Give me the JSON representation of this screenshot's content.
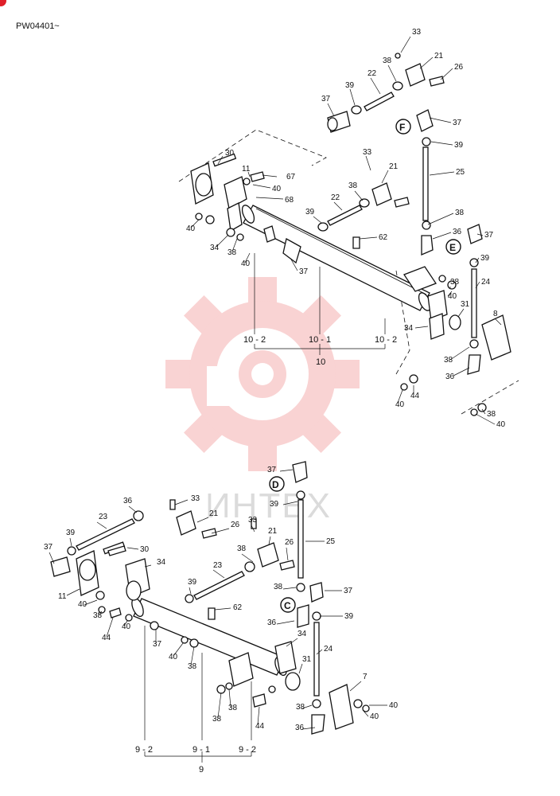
{
  "doc_code": "PW04401~",
  "watermark": {
    "text": "ИНТЕХ",
    "color": "#e83a3a"
  },
  "view_markers": [
    "F",
    "E",
    "D",
    "C"
  ],
  "upper": {
    "group": {
      "left": "10 - 2",
      "center": "10 - 1",
      "right": "10 - 2",
      "total": "10"
    },
    "labels": [
      "33",
      "21",
      "38",
      "26",
      "22",
      "39",
      "37",
      "37",
      "39",
      "F",
      "33",
      "25",
      "21",
      "30",
      "38",
      "11",
      "67",
      "40",
      "22",
      "68",
      "39",
      "38",
      "40",
      "62",
      "36",
      "37",
      "34",
      "38",
      "E",
      "39",
      "40",
      "37",
      "24",
      "38",
      "40",
      "31",
      "34",
      "8",
      "38",
      "36",
      "44",
      "40",
      "38",
      "40"
    ]
  },
  "lower": {
    "group": {
      "left": "9 - 2",
      "center": "9 - 1",
      "right": "9 - 2",
      "total": "9"
    },
    "labels": [
      "37",
      "D",
      "33",
      "39",
      "25",
      "36",
      "21",
      "23",
      "26",
      "33",
      "39",
      "30",
      "21",
      "37",
      "38",
      "26",
      "34",
      "11",
      "23",
      "39",
      "40",
      "38",
      "37",
      "38",
      "62",
      "C",
      "39",
      "44",
      "40",
      "36",
      "37",
      "34",
      "40",
      "38",
      "24",
      "31",
      "7",
      "38",
      "40",
      "44",
      "38",
      "40",
      "36",
      "38"
    ]
  }
}
